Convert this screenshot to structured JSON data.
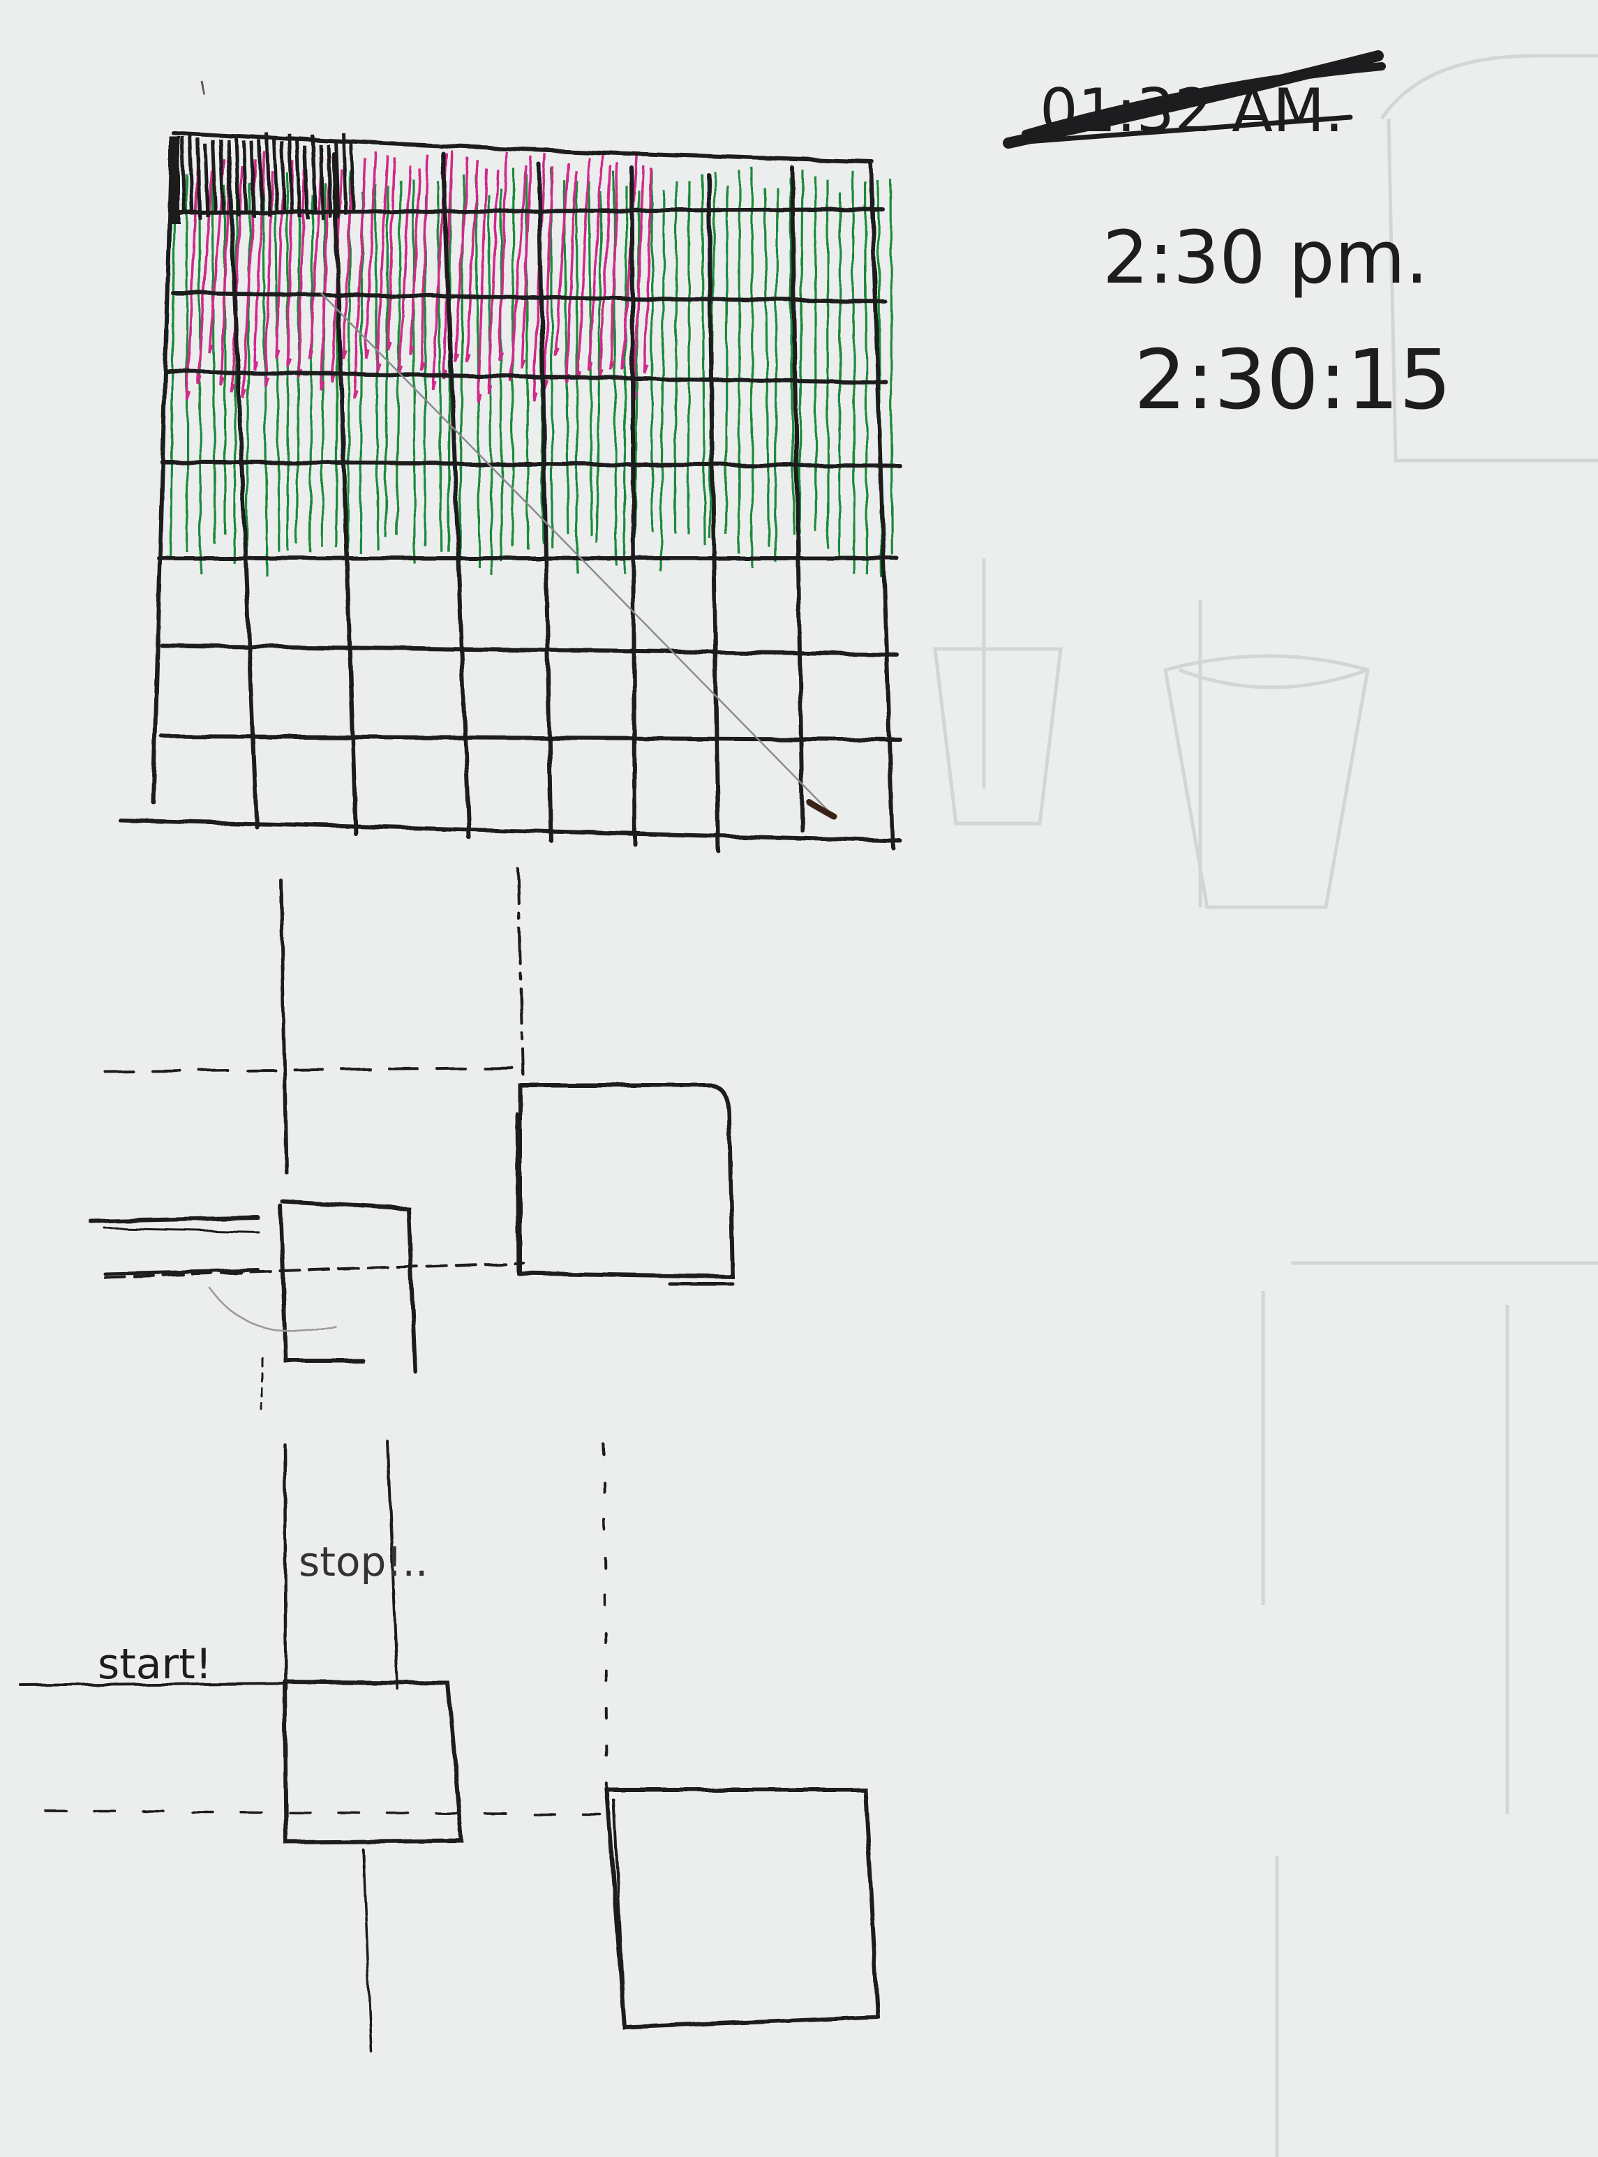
{
  "page": {
    "paper_color": "#eceeee",
    "ink_color": "#1d1d1f",
    "pink_color": "#d02a8a",
    "green_color": "#1f8a3a",
    "ghost_color": "#d3d5d6"
  },
  "notes": {
    "struck_time": "01:32 AM.",
    "time_pm": "2:30 pm.",
    "time_seconds": "2:30:15"
  },
  "diagram2": {
    "label_stop": "stop!..",
    "label_start": "start!"
  }
}
